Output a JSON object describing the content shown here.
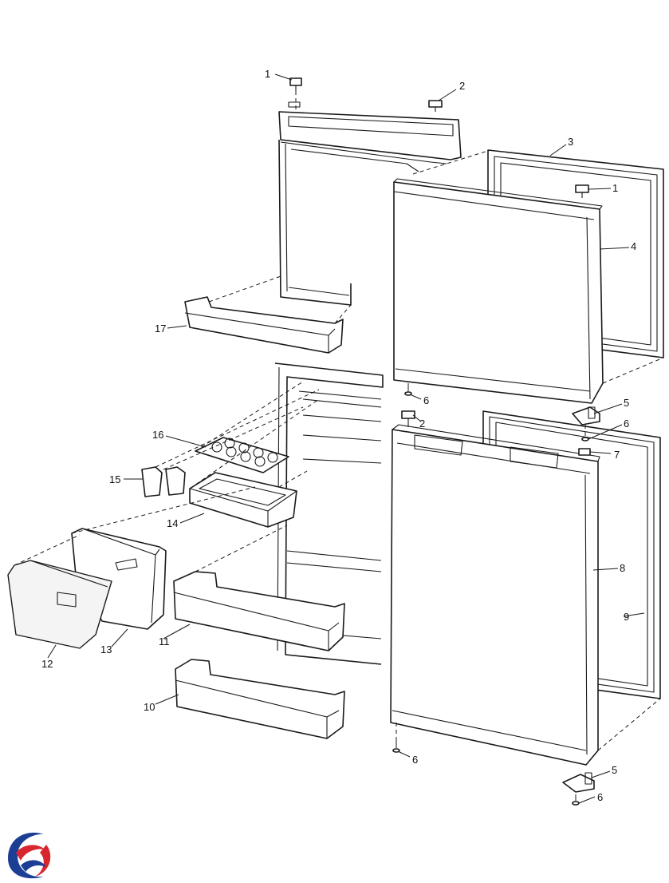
{
  "callouts": {
    "c1a": "1",
    "c2a": "2",
    "c3": "3",
    "c1b": "1",
    "c4": "4",
    "c17": "17",
    "c6a": "6",
    "c2b": "2",
    "c5a": "5",
    "c6b": "6",
    "c16": "16",
    "c7": "7",
    "c15": "15",
    "c14": "14",
    "c8": "8",
    "c13": "13",
    "c12": "12",
    "c11": "11",
    "c9": "9",
    "c10": "10",
    "c6c": "6",
    "c5b": "5",
    "c6d": "6"
  },
  "logo": {
    "icon": "brand-swirl-logo",
    "colors": {
      "blue": "#1c3f95",
      "red": "#d7262e"
    }
  }
}
